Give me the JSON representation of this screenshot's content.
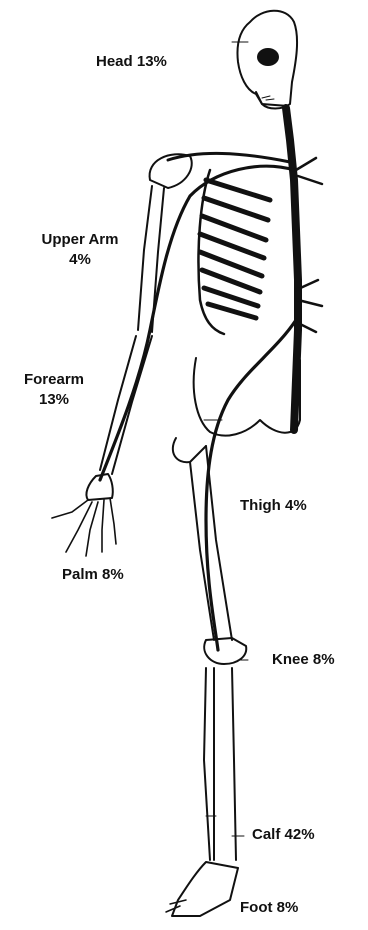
{
  "labels": {
    "head": {
      "name": "Head",
      "percent": "13%"
    },
    "upper_arm": {
      "name": "Upper Arm",
      "percent": "4%"
    },
    "forearm": {
      "name": "Forearm",
      "percent": "13%"
    },
    "palm": {
      "name": "Palm",
      "percent": "8%"
    },
    "thigh": {
      "name": "Thigh",
      "percent": "4%"
    },
    "knee": {
      "name": "Knee",
      "percent": "8%"
    },
    "calf": {
      "name": "Calf",
      "percent": "42%"
    },
    "foot": {
      "name": "Foot",
      "percent": "8%"
    }
  },
  "colors": {
    "ink": "#111111",
    "background": "#ffffff"
  }
}
